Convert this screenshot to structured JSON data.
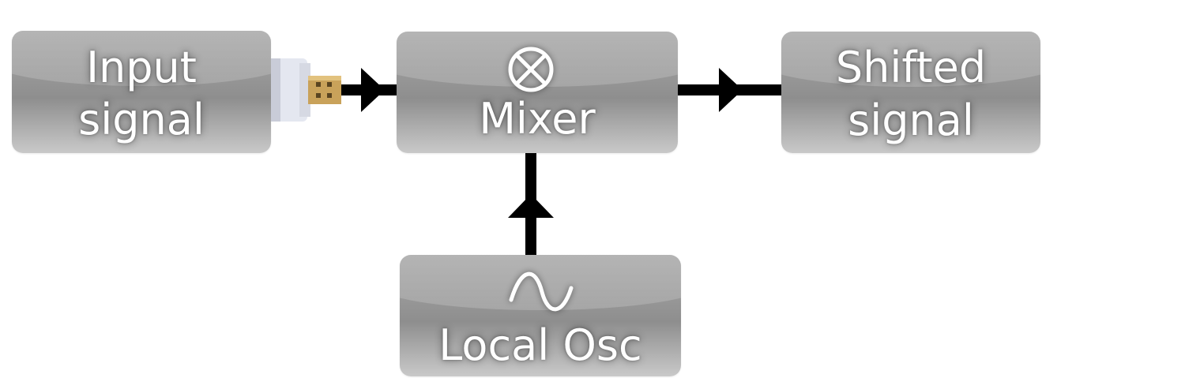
{
  "blocks": {
    "input": {
      "line1": "Input",
      "line2": "signal"
    },
    "mixer": {
      "symbol": "⊗",
      "label": "Mixer"
    },
    "shifted": {
      "line1": "Shifted",
      "line2": "signal"
    },
    "osc": {
      "symbol": "∿",
      "label": "Local Osc"
    }
  },
  "colors": {
    "block": "#9a9a9a",
    "arrow": "#000000",
    "text": "#ffffff"
  },
  "icons": {
    "connector": "usb-plug-icon",
    "mixer": "multiply-circle-icon",
    "osc": "sine-wave-icon"
  }
}
